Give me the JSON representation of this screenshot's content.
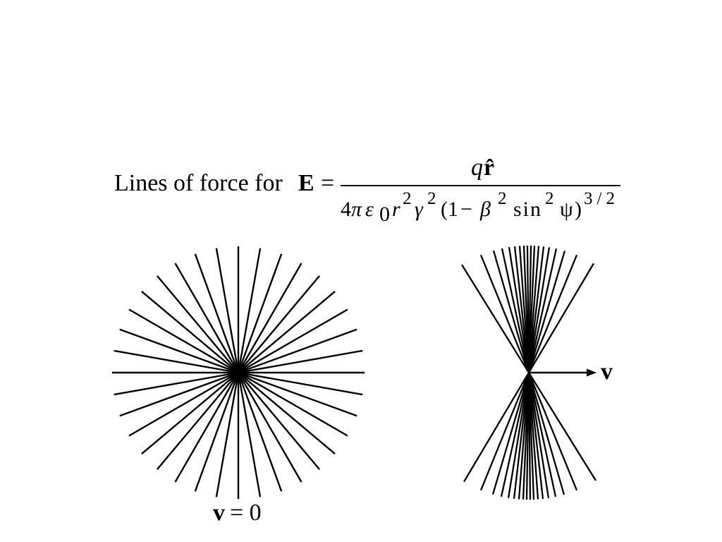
{
  "slide": {
    "title": "Lines of force for",
    "equation": {
      "lhs": "E",
      "equals": "=",
      "numerator": {
        "charge": "q",
        "unit_vector": "r̂"
      },
      "denominator": {
        "coef": "4",
        "pi": "π",
        "epsilon": "ε",
        "epsilon_sub": "0",
        "r": "r",
        "r_exp": "2",
        "gamma": "γ",
        "gamma_exp": "2",
        "open": "(1",
        "minus": "−",
        "beta": "β",
        "beta_exp": "2",
        "sin": "sin",
        "sin_exp": "2",
        "psi": "ψ",
        "close": ")",
        "power": "3/2"
      }
    }
  },
  "diagrams": {
    "stationary": {
      "velocity_symbol": "v",
      "velocity_value": "= 0"
    },
    "moving": {
      "velocity_symbol": "v"
    }
  }
}
